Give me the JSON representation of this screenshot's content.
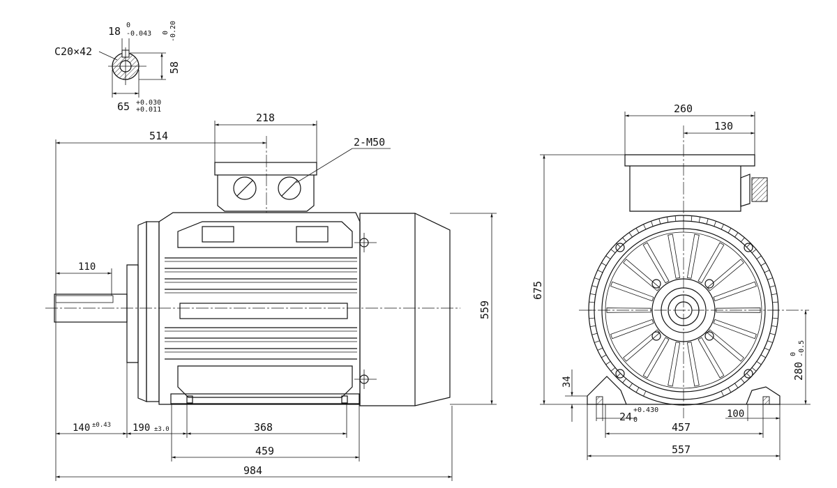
{
  "shaft_section": {
    "keyway_label": "C20×42",
    "key_width": "18",
    "key_width_tol_upper": "0",
    "key_width_tol_lower": "-0.043",
    "key_depth": "58",
    "key_depth_tol_upper": "0",
    "key_depth_tol_lower": "-0.20",
    "shaft_diameter": "65",
    "shaft_diameter_tol_upper": "+0.030",
    "shaft_diameter_tol_lower": "+0.011"
  },
  "side_view": {
    "terminal_box_width": "218",
    "center_to_end": "514",
    "cable_gland": "2-M50",
    "shaft_length": "110",
    "overall_height": "559",
    "shaft_shoulder": "140",
    "shaft_shoulder_tol": "±0.43",
    "foot_offset": "190",
    "foot_offset_tol": "±3.0",
    "foot_hole_span": "368",
    "foot_length": "459",
    "overall_length": "984"
  },
  "front_view": {
    "box_width": "260",
    "box_half": "130",
    "total_height": "675",
    "foot_height": "34",
    "center_height": "280",
    "center_height_tol_upper": "0",
    "center_height_tol_lower": "-0.5",
    "foot_hole": "24",
    "foot_hole_tol_upper": "+0.430",
    "foot_hole_tol_lower": "0",
    "foot_edge": "100",
    "foot_hole_distance": "457",
    "base_width": "557"
  }
}
